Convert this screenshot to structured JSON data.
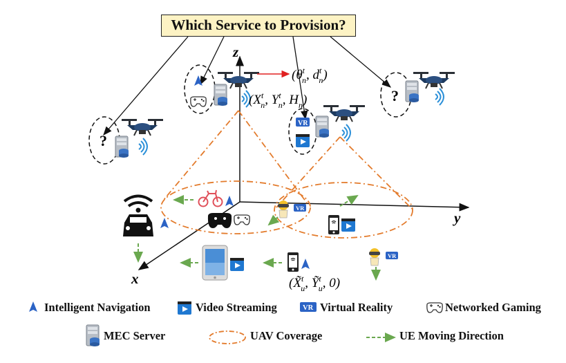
{
  "title": "Which Service to Provision?",
  "axes": {
    "x": "x",
    "y": "y",
    "z": "z"
  },
  "math": {
    "angle": [
      "(θ",
      "t",
      "n",
      ", d",
      "t",
      "n",
      ")"
    ],
    "uav_pos": [
      "(X",
      "t",
      "n",
      ", Y",
      "t",
      "n",
      ", H",
      "n",
      ")"
    ],
    "ue_pos": [
      "(X̃",
      "t",
      "u",
      ", Ỹ",
      "t",
      "u",
      ", 0)"
    ]
  },
  "question_mark": "?",
  "icon_text": {
    "vr": "VR"
  },
  "legend": {
    "navigation": "Intelligent Navigation",
    "video": "Video Streaming",
    "vr": "Virtual Reality",
    "gaming": "Networked Gaming",
    "mec": "MEC Server",
    "coverage": "UAV Coverage",
    "moving": "UE Moving Direction"
  },
  "colors": {
    "coverage": "#e37b2c",
    "moving": "#6aa84f",
    "navigation": "#2b63c5",
    "video": "#1f78d1",
    "title_bg": "#fdf3c4",
    "red_arrow": "#e02020"
  }
}
